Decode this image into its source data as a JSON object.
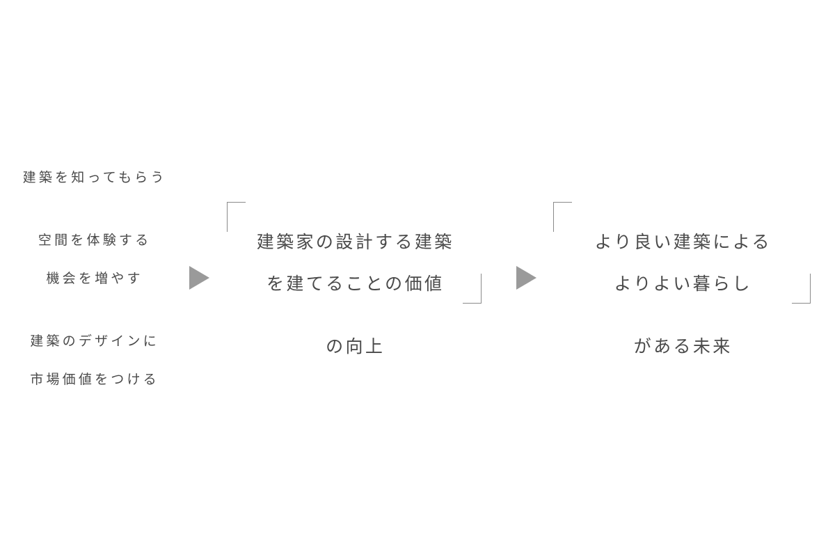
{
  "diagram": {
    "background_color": "#ffffff",
    "text_color": "#4a4a4a",
    "bracket_color": "#8a8a8a",
    "arrow_color": "#9a9a9a",
    "left_column": {
      "groups": [
        {
          "lines": [
            "建築を知ってもらう"
          ]
        },
        {
          "lines": [
            "空間を体験する",
            "機会を増やす"
          ]
        },
        {
          "lines": [
            "建築のデザインに",
            "市場価値をつける"
          ]
        }
      ]
    },
    "arrows": [
      {
        "name": "arrow-1",
        "glyph": "▶"
      },
      {
        "name": "arrow-2",
        "glyph": "▶"
      }
    ],
    "blocks": [
      {
        "id": "value",
        "lines": [
          "建築家の設計する建築",
          "を建てることの価値"
        ],
        "tail": "の向上"
      },
      {
        "id": "future",
        "lines": [
          "より良い建築による",
          "よりよい暮らし"
        ],
        "tail": "がある未来"
      }
    ]
  }
}
